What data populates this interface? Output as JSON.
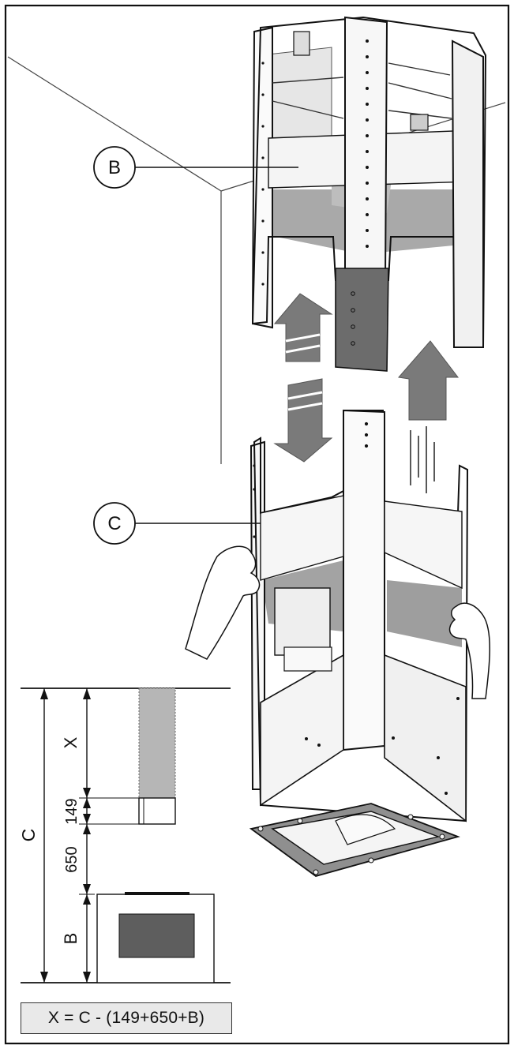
{
  "callouts": {
    "b": "B",
    "c": "C"
  },
  "dimensions": {
    "c": "C",
    "x": "X",
    "v149": "149",
    "v650": "650",
    "b": "B"
  },
  "formula": "X = C - (149+650+B)",
  "colors": {
    "line": "#111111",
    "panel_gray": "#a9a9a9",
    "arrow_gray": "#7a7a7a",
    "dark_gray": "#5e5e5e",
    "base_gray": "#8f8f8f",
    "formula_bg": "#e9e9e9"
  },
  "icons": {
    "arrow_up": "arrow-up-icon",
    "arrow_down": "arrow-down-icon",
    "hand": "hand-icon"
  }
}
